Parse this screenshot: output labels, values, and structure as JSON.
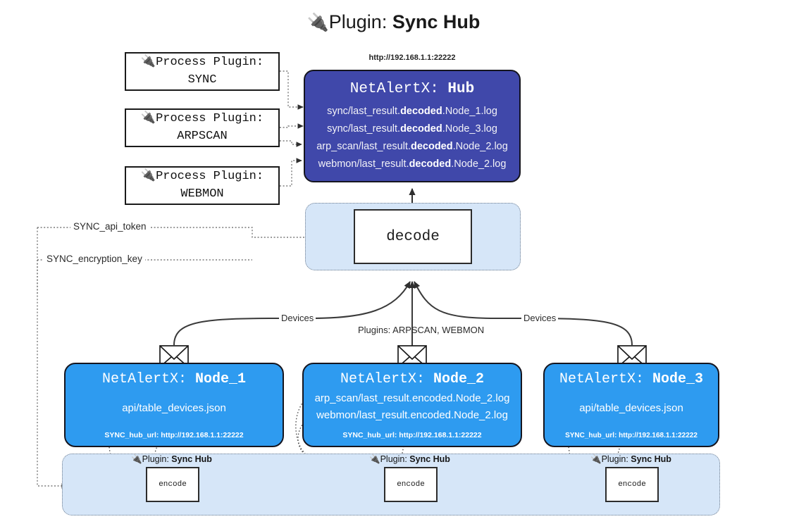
{
  "title": {
    "icon": "plug-icon",
    "prefix": "Plugin: ",
    "name": "Sync Hub"
  },
  "process_plugins": [
    {
      "icon": "plug-icon",
      "line1": "Process Plugin:",
      "line2": "SYNC"
    },
    {
      "icon": "plug-icon",
      "line1": "Process Plugin:",
      "line2": "ARPSCAN"
    },
    {
      "icon": "plug-icon",
      "line1": "Process Plugin:",
      "line2": "WEBMON"
    }
  ],
  "hub": {
    "url_label": "http://192.168.1.1:22222",
    "title_prefix": "NetAlertX: ",
    "title_name": "Hub",
    "logs": [
      {
        "pre": "sync/last_result.",
        "em": "decoded",
        "post": ".Node_1.log"
      },
      {
        "pre": "sync/last_result.",
        "em": "decoded",
        "post": ".Node_3.log"
      },
      {
        "pre": "arp_scan/last_result.",
        "em": "decoded",
        "post": ".Node_2.log"
      },
      {
        "pre": "webmon/last_result.",
        "em": "decoded",
        "post": ".Node_2.log"
      }
    ]
  },
  "decode": {
    "label": "decode"
  },
  "secrets": [
    {
      "label": "SYNC_api_token"
    },
    {
      "label": "SYNC_encryption_key"
    }
  ],
  "edge_labels": {
    "devices_left": "Devices",
    "devices_right": "Devices",
    "plugins_center": "Plugins: ARPSCAN, WEBMON"
  },
  "nodes": [
    {
      "icon": "envelope-icon",
      "title_prefix": "NetAlertX: ",
      "title_name": "Node_1",
      "lines": [
        "api/table_devices.json"
      ],
      "footer": "SYNC_hub_url: http://192.168.1.1:22222"
    },
    {
      "icon": "envelope-icon",
      "title_prefix": "NetAlertX: ",
      "title_name": "Node_2",
      "lines": [
        "arp_scan/last_result.encoded.Node_2.log",
        "webmon/last_result.encoded.Node_2.log"
      ],
      "footer": "SYNC_hub_url: http://192.168.1.1:22222"
    },
    {
      "icon": "envelope-icon",
      "title_prefix": "NetAlertX: ",
      "title_name": "Node_3",
      "lines": [
        "api/table_devices.json"
      ],
      "footer": "SYNC_hub_url: http://192.168.1.1:22222"
    }
  ],
  "encoders": [
    {
      "icon": "plug-icon",
      "plugin_prefix": "Plugin: ",
      "plugin_name": "Sync Hub",
      "label": "encode"
    },
    {
      "icon": "plug-icon",
      "plugin_prefix": "Plugin: ",
      "plugin_name": "Sync Hub",
      "label": "encode"
    },
    {
      "icon": "plug-icon",
      "plugin_prefix": "Plugin: ",
      "plugin_name": "Sync Hub",
      "label": "encode"
    }
  ],
  "colors": {
    "hub_fill": "#4048aa",
    "node_fill": "#2e9bf0",
    "band_fill": "#d6e6f8",
    "stroke": "#15151f",
    "connector": "#3a3a3a"
  }
}
